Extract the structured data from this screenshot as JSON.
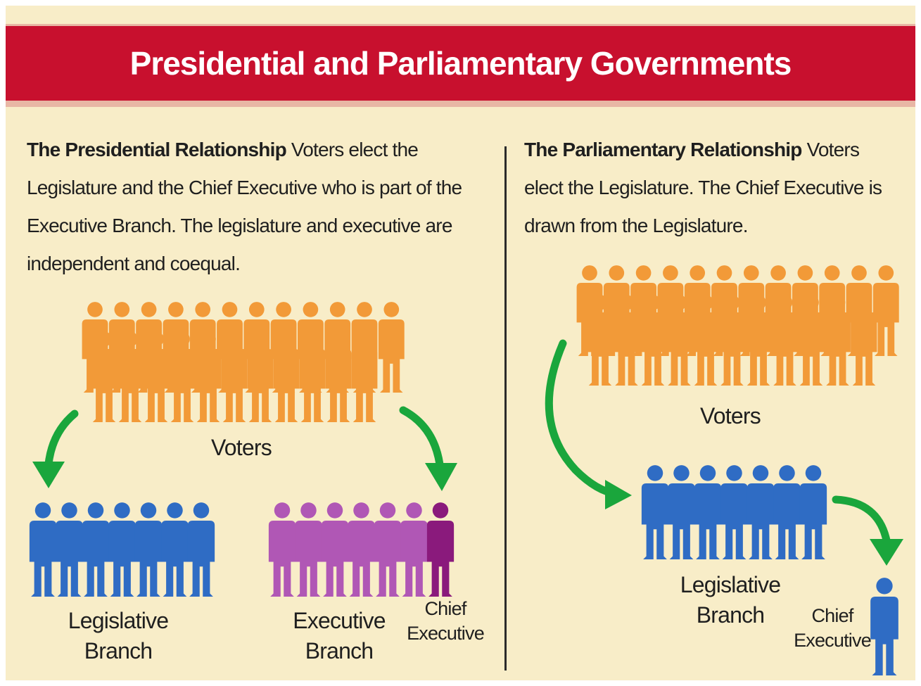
{
  "title": "Presidential and Parliamentary Governments",
  "presidential": {
    "heading": "The Presidential Relationship",
    "text": "Voters elect the Legislature and the Chief Executive who is part of the Executive Branch. The legislature and executive are independent and coequal.",
    "voters_label": "Voters",
    "legislative_label": "Legislative Branch",
    "executive_label": "Executive Branch",
    "chief_label": "Chief Executive"
  },
  "parliamentary": {
    "heading": "The Parliamentary Relationship",
    "text": "Voters elect the Legislature. The Chief Executive is drawn from the Legislature.",
    "voters_label": "Voters",
    "legislative_label": "Legislative Branch",
    "chief_label": "Chief Executive"
  },
  "colors": {
    "header": "#c8102e",
    "background": "#f8edc8",
    "voters": "#f29a38",
    "legislative": "#2f6cc4",
    "executive": "#b057b5",
    "chief_executive": "#8a1a7c",
    "arrow": "#1aa63c"
  }
}
